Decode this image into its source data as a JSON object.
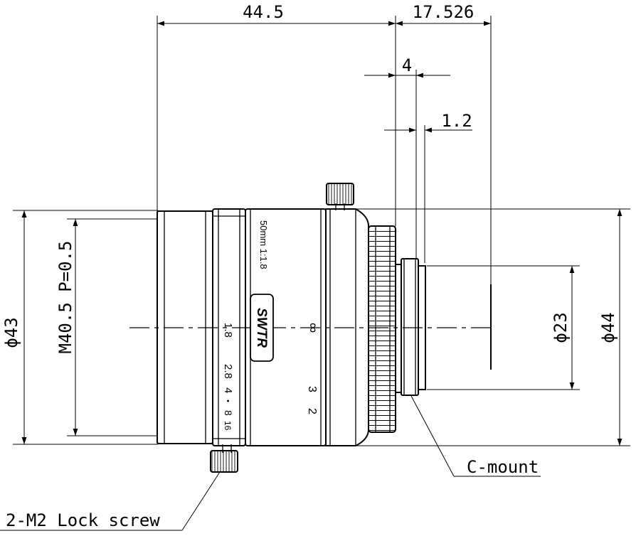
{
  "dimensions": {
    "overall_length": "44.5",
    "flange_back": "17.526",
    "mount_thread_length": "4",
    "mount_shoulder": "1.2",
    "front_diameter": "ϕ43",
    "filter_thread": "M40.5 P=0.5",
    "mount_diameter": "ϕ23",
    "body_diameter": "ϕ44"
  },
  "callouts": {
    "mount": "C-mount",
    "lock_screw": "2-M2 Lock screw"
  },
  "lens_markings": {
    "spec": "50mm 1:1.8",
    "brand": "SWTR",
    "focus_infinity": "∞",
    "focus_3": "3",
    "focus_2": "2",
    "aperture_scale": [
      "1.8",
      "2.8",
      "4",
      "•",
      "8",
      "16"
    ]
  }
}
